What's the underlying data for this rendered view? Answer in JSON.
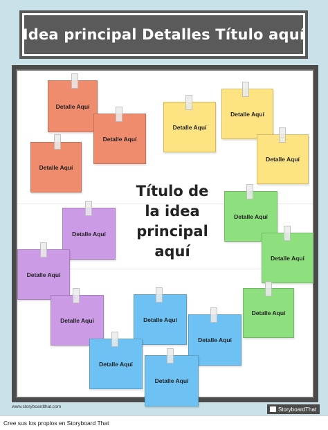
{
  "header": {
    "title": "Idea principal Detalles Título aquí"
  },
  "center": {
    "title": "Título de\nla idea\nprincipal\naquí"
  },
  "notes": [
    "Detalle Aquí",
    "Detalle Aquí",
    "Detalle Aquí",
    "Detalle Aquí",
    "Detalle Aquí",
    "Detalle Aquí",
    "Detalle Aquí",
    "Detalle Aquí",
    "Detalle Aquí",
    "Detalle Aquí",
    "Detalle Aquí",
    "Detalle Aquí",
    "Detalle Aquí",
    "Detalle Aquí",
    "Detalle Aquí"
  ],
  "colors": {
    "red": "#f08c6e",
    "yellow": "#fde381",
    "green": "#8ee07e",
    "purple": "#cc9be6",
    "blue": "#6ec2f3"
  },
  "footer": {
    "url": "www.storyboardthat.com",
    "logo": "StoryboardThat",
    "cta": "Cree sus los propios en Storyboard That"
  }
}
